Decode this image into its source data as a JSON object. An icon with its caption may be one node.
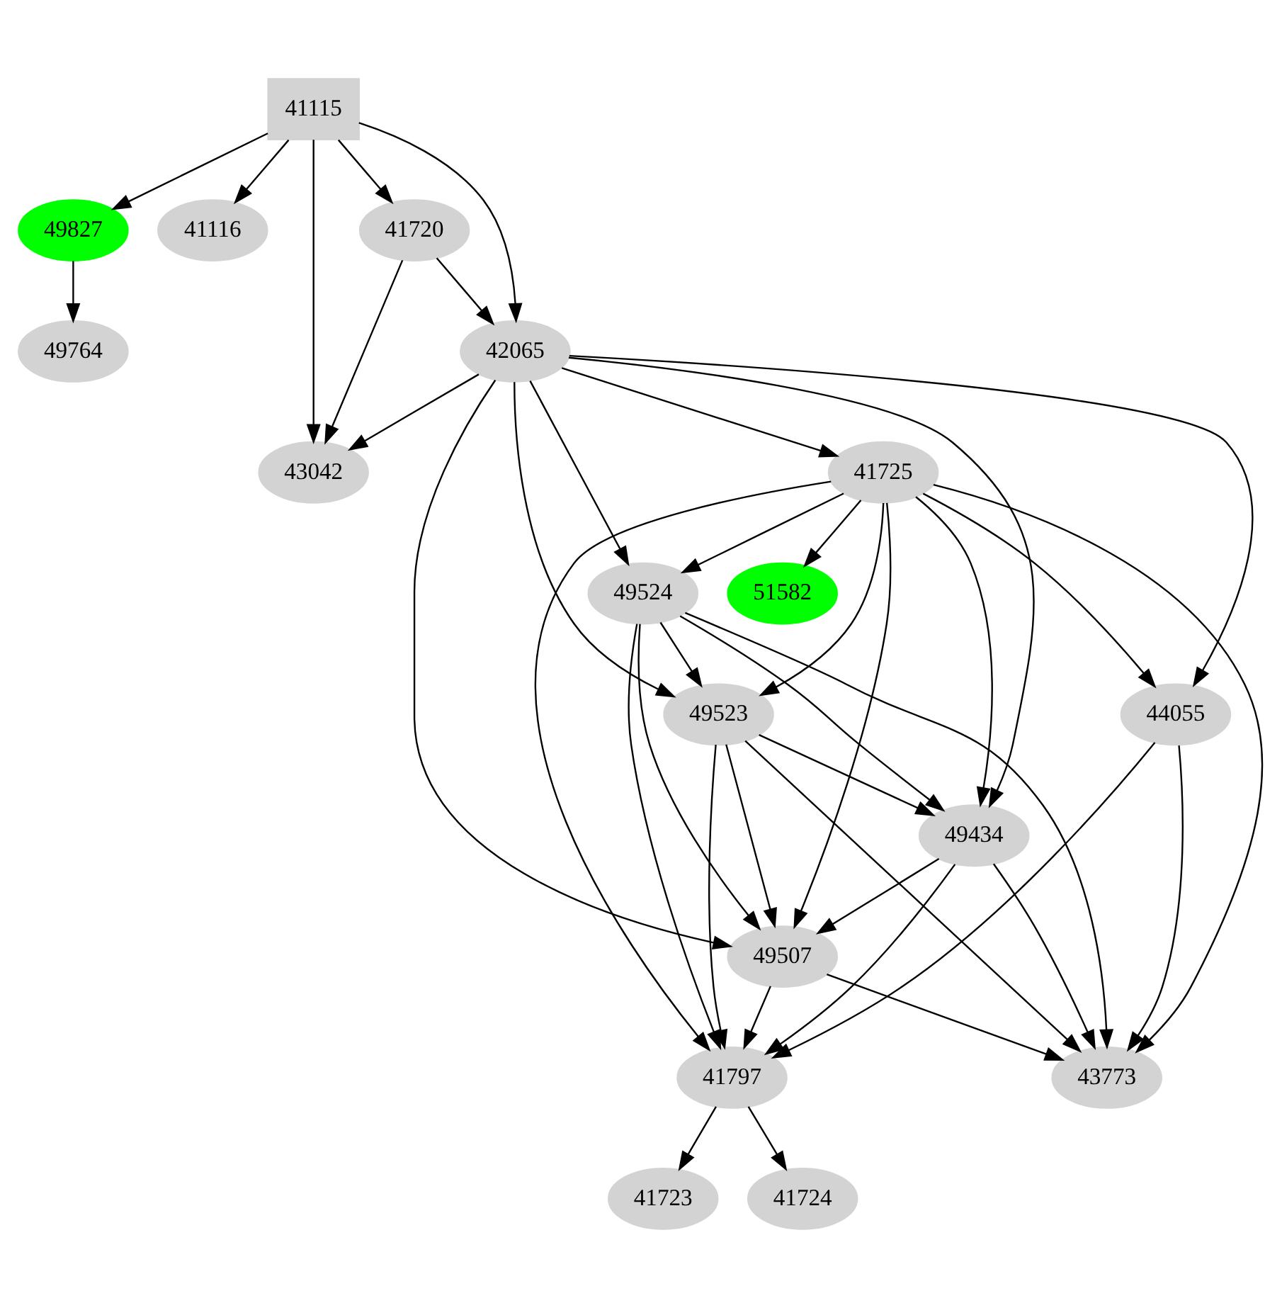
{
  "diagram": {
    "nodes": [
      {
        "text": [
          "41115"
        ]
      },
      {
        "text": [
          "49827"
        ]
      },
      {
        "text": [
          "41116"
        ]
      },
      {
        "text": [
          "41720"
        ]
      },
      {
        "text": [
          "49764"
        ]
      },
      {
        "text": [
          "42065"
        ]
      },
      {
        "text": [
          "43042"
        ]
      },
      {
        "text": [
          "41725"
        ]
      },
      {
        "text": [
          "51582"
        ]
      },
      {
        "text": [
          "49524"
        ]
      },
      {
        "text": [
          "44055"
        ]
      },
      {
        "text": [
          "49523"
        ]
      },
      {
        "text": [
          "49434"
        ]
      },
      {
        "text": [
          "49507"
        ]
      },
      {
        "text": [
          "41797"
        ]
      },
      {
        "text": [
          "43773"
        ]
      },
      {
        "text": [
          "41723"
        ]
      },
      {
        "text": [
          "41724"
        ]
      }
    ],
    "edges": [
      {
        "from": 0,
        "to": 1,
        "arrow": "to"
      },
      {
        "from": 0,
        "to": 2,
        "arrow": "to"
      },
      {
        "from": 0,
        "to": 3,
        "arrow": "to"
      },
      {
        "from": 0,
        "to": 6,
        "arrow": "to"
      },
      {
        "from": 0,
        "to": 5,
        "arrow": "to"
      },
      {
        "from": 1,
        "to": 4,
        "arrow": "to"
      },
      {
        "from": 3,
        "to": 5,
        "arrow": "to"
      },
      {
        "from": 3,
        "to": 6,
        "arrow": "to"
      },
      {
        "from": 5,
        "to": 6,
        "arrow": "to"
      },
      {
        "from": 5,
        "to": 7,
        "arrow": "to"
      },
      {
        "from": 5,
        "to": 10,
        "arrow": "to"
      },
      {
        "from": 5,
        "to": 12,
        "arrow": "to"
      },
      {
        "from": 5,
        "to": 9,
        "arrow": "to"
      },
      {
        "from": 5,
        "to": 11,
        "arrow": "to"
      },
      {
        "from": 5,
        "to": 13,
        "arrow": "to"
      },
      {
        "from": 7,
        "to": 8,
        "arrow": "to"
      },
      {
        "from": 7,
        "to": 9,
        "arrow": "to"
      },
      {
        "from": 7,
        "to": 11,
        "arrow": "to"
      },
      {
        "from": 7,
        "to": 12,
        "arrow": "to"
      },
      {
        "from": 7,
        "to": 13,
        "arrow": "to"
      },
      {
        "from": 7,
        "to": 15,
        "arrow": "to"
      },
      {
        "from": 7,
        "to": 14,
        "arrow": "to"
      },
      {
        "from": 7,
        "to": 10,
        "arrow": "to"
      },
      {
        "from": 9,
        "to": 11,
        "arrow": "to"
      },
      {
        "from": 9,
        "to": 12,
        "arrow": "to"
      },
      {
        "from": 9,
        "to": 14,
        "arrow": "to"
      },
      {
        "from": 9,
        "to": 13,
        "arrow": "to"
      },
      {
        "from": 9,
        "to": 15,
        "arrow": "to"
      },
      {
        "from": 10,
        "to": 14,
        "arrow": "to"
      },
      {
        "from": 10,
        "to": 15,
        "arrow": "to"
      },
      {
        "from": 11,
        "to": 12,
        "arrow": "to"
      },
      {
        "from": 11,
        "to": 13,
        "arrow": "to"
      },
      {
        "from": 11,
        "to": 15,
        "arrow": "to"
      },
      {
        "from": 11,
        "to": 14,
        "arrow": "to"
      },
      {
        "from": 12,
        "to": 13,
        "arrow": "to"
      },
      {
        "from": 12,
        "to": 15,
        "arrow": "to"
      },
      {
        "from": 12,
        "to": 14,
        "arrow": "to"
      },
      {
        "from": 13,
        "to": 15,
        "arrow": "to"
      },
      {
        "from": 13,
        "to": 14,
        "arrow": "to"
      },
      {
        "from": 14,
        "to": 16,
        "arrow": "to"
      },
      {
        "from": 14,
        "to": 17,
        "arrow": "to"
      }
    ]
  }
}
